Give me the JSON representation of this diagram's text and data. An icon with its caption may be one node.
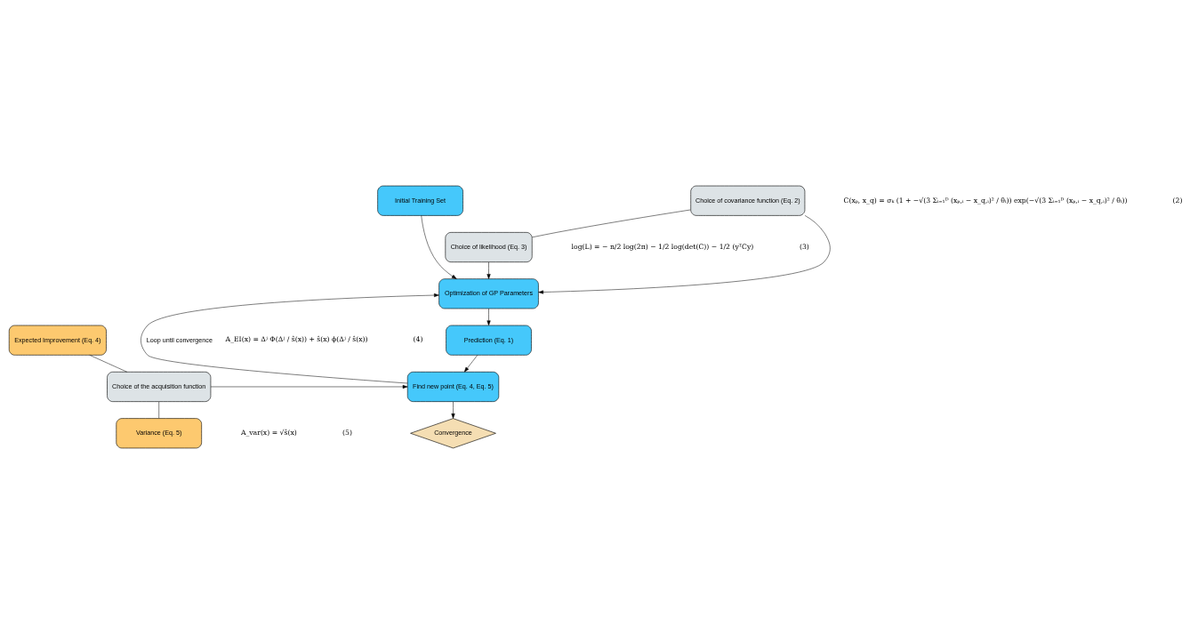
{
  "diagram": {
    "nodes": [
      {
        "text": [
          "Initial Training Set"
        ]
      },
      {
        "text": [
          "Choice of covariance function (Eq. 2)"
        ]
      },
      {
        "text": [
          "Optimization of GP Parameters"
        ]
      },
      {
        "text": [
          "Choice of likelihood (Eq. 3)"
        ]
      },
      {
        "text": [
          "Prediction (Eq. 1)"
        ]
      },
      {
        "text": [
          "Expected Improvement (Eq. 4)"
        ]
      },
      {
        "text": [
          "Find new point (Eq. 4, Eq. 5)"
        ]
      },
      {
        "text": [
          "Choice of the acquisition function"
        ]
      },
      {
        "text": [
          "Convergence"
        ]
      },
      {
        "text": [
          "Variance (Eq. 5)"
        ]
      }
    ],
    "edges": [
      {
        "from": 0,
        "to": 2,
        "arrow": "to"
      },
      {
        "from": 1,
        "to": 3,
        "arrow": "none"
      },
      {
        "from": 1,
        "to": 2,
        "arrow": "to"
      },
      {
        "from": 3,
        "to": 2,
        "arrow": "to"
      },
      {
        "from": 2,
        "to": 4,
        "arrow": "to"
      },
      {
        "from": 4,
        "to": 6,
        "arrow": "to"
      },
      {
        "from": 7,
        "to": 6,
        "arrow": "to"
      },
      {
        "from": 5,
        "to": 7,
        "arrow": "none"
      },
      {
        "from": 7,
        "to": 9,
        "arrow": "none"
      },
      {
        "from": 6,
        "to": 8,
        "arrow": "to"
      },
      {
        "from": 6,
        "to": 2,
        "arrow": "to",
        "label": "Loop until convergence"
      }
    ],
    "labels": [
      "C(xₚ, x_q) = σₖ (1 + −√(3 Σᵢ₌₁ᴰ (xₚ,ᵢ − x_q,ᵢ)² / θᵢ)) exp(−√(3 Σᵢ₌₁ᴰ (xₚ,ᵢ − x_q,ᵢ)² / θᵢ))",
      "(2)",
      "log(L) = − n/2 log(2π) − 1/2 log(det(C)) − 1/2 (yᵀCy)",
      "(3)",
      "A_EI(x) = Δʲ Φ(Δʲ / ŝ(x)) + ŝ(x) ϕ(Δʲ / ŝ(x))",
      "(4)",
      "A_var(x) = √ŝ(x)",
      "(5)"
    ]
  }
}
